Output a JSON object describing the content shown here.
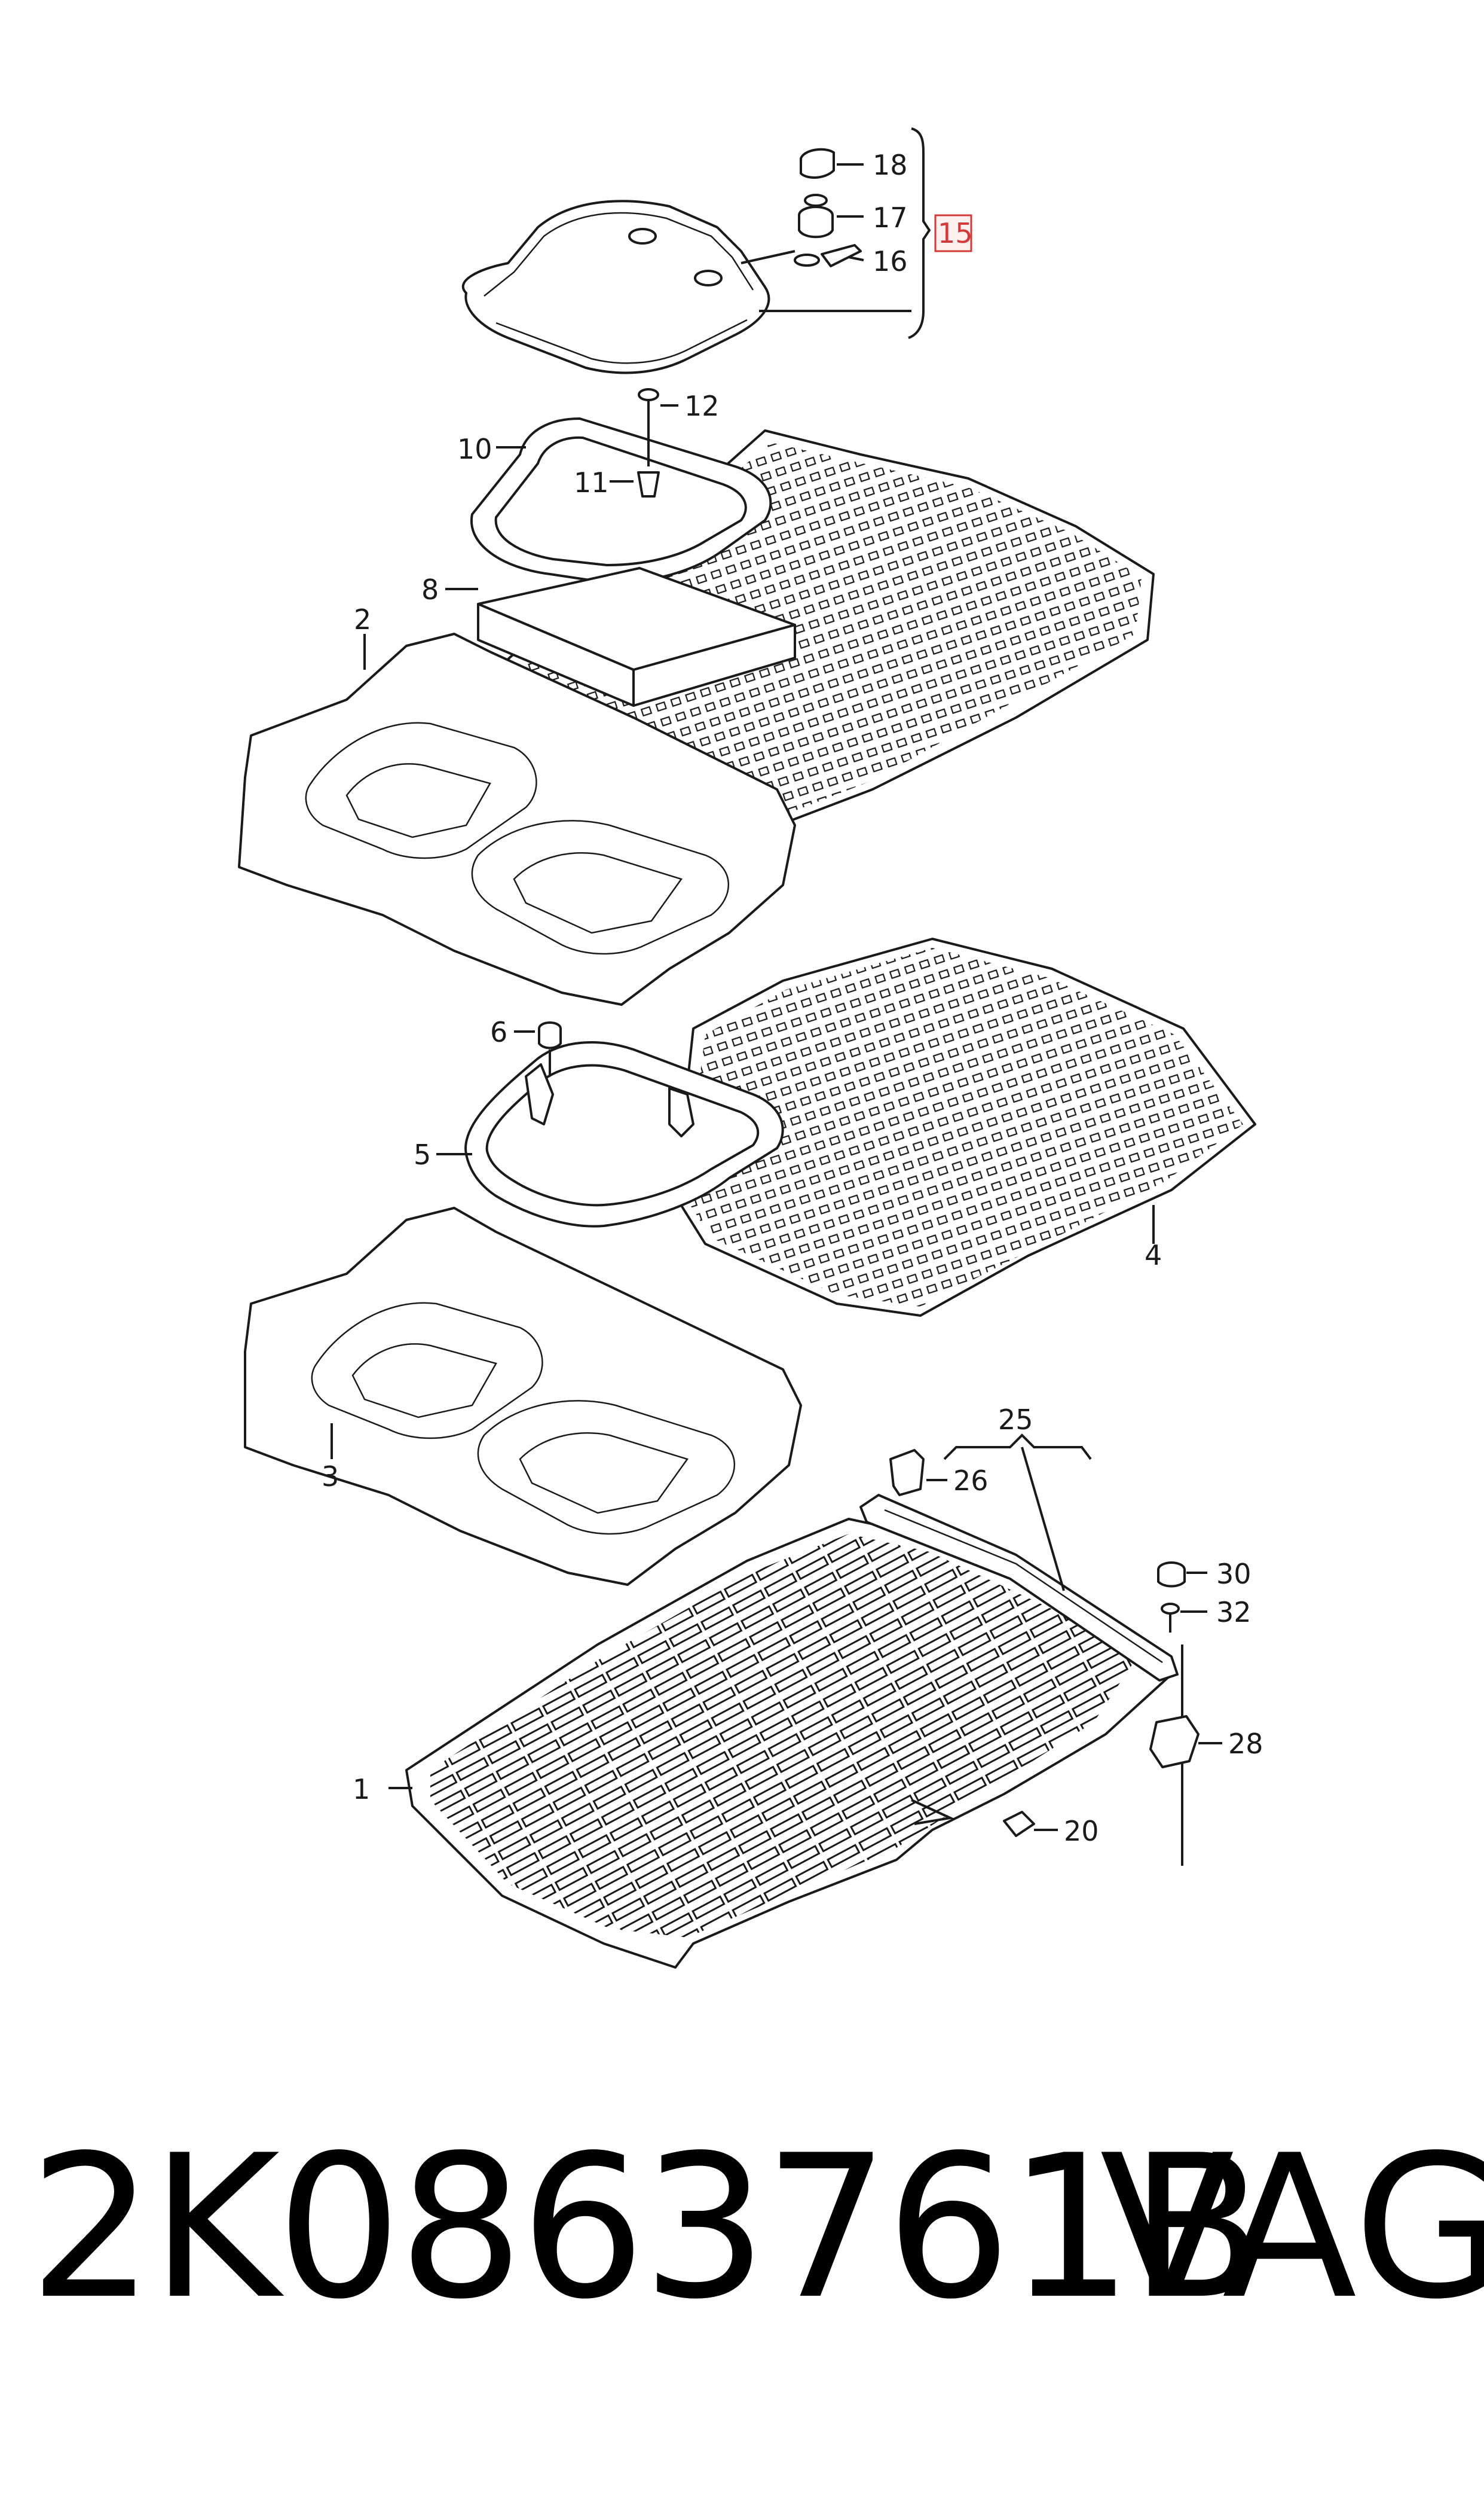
{
  "callouts": {
    "c1": "1",
    "c2": "2",
    "c3": "3",
    "c4": "4",
    "c5": "5",
    "c6": "6",
    "c8": "8",
    "c10": "10",
    "c11": "11",
    "c12": "12",
    "c15": "15",
    "c16": "16",
    "c17": "17",
    "c18": "18",
    "c20": "20",
    "c25": "25",
    "c26": "26",
    "c28": "28",
    "c30": "30",
    "c32": "32"
  },
  "highlight_color": "#d23a3a",
  "footer": {
    "part_number": "2K0863761B",
    "brand": "VAG"
  }
}
